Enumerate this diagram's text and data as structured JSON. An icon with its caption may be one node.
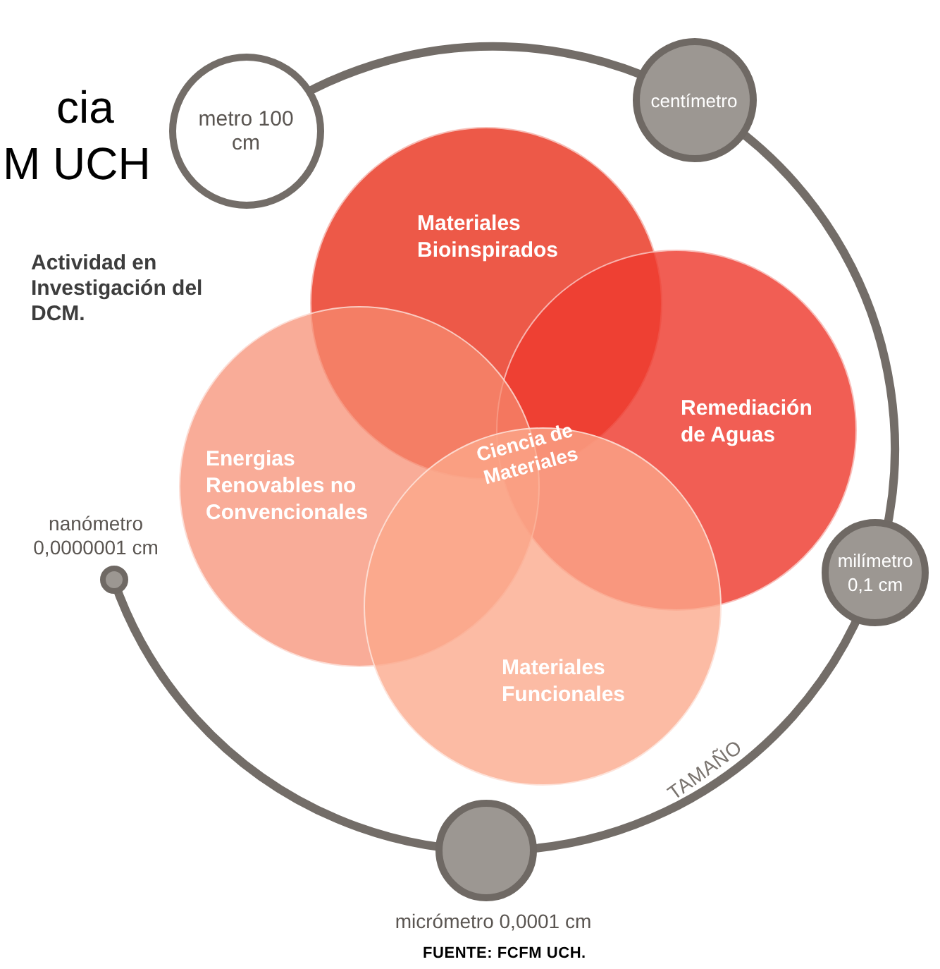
{
  "diagram": {
    "nodes": [
      {
        "text": [
          "metro 100 cm"
        ]
      },
      {
        "text": [
          "centímetro"
        ]
      },
      {
        "text": [
          "Materiales Bioinspirados"
        ]
      },
      {
        "text": [
          "Remediación de Aguas"
        ]
      },
      {
        "text": [
          "Energias Renovables no Convencionales"
        ]
      },
      {
        "text": [
          "milímetro 0,1 cm"
        ]
      },
      {
        "text": [],
        "shape": "circle",
        "beside": [
          "nanómetro 0,0000001 cm"
        ]
      },
      {
        "text": [
          "Materiales Funcionales"
        ]
      },
      {
        "text": [],
        "shape": "circle",
        "beside": [
          "micrómetro 0,0001 cm"
        ]
      }
    ],
    "edges": [],
    "labels": [
      "cia",
      "M UCH",
      "Actividad en Investigación del DCM.",
      "Ciencia de Materiales",
      "TAMAÑO",
      "FUENTE: FCFM UCH."
    ]
  }
}
